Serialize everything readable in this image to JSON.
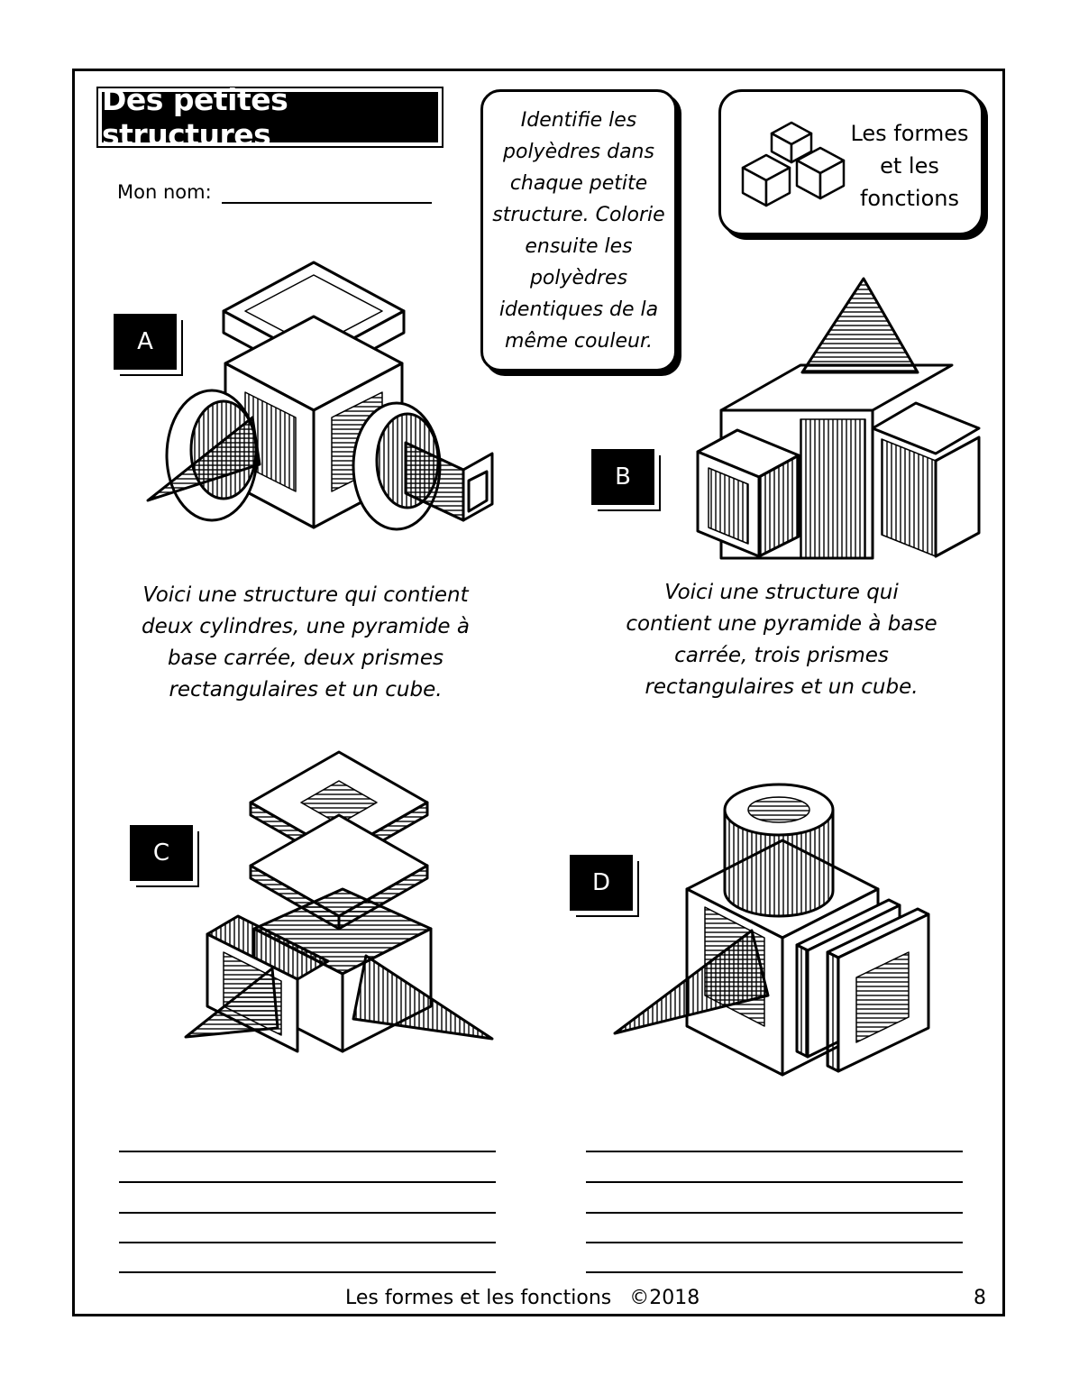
{
  "header": {
    "title": "Des petites structures",
    "name_label": "Mon nom:"
  },
  "instructions": "Identifie les polyèdres dans chaque petite structure. Colorie ensuite les polyèdres identiques de la même couleur.",
  "logo": {
    "icon": "stacked-cubes-icon",
    "lines": [
      "Les formes",
      "et les",
      "fonctions"
    ]
  },
  "structures": [
    {
      "label": "A",
      "description": "Voici une structure qui contient deux cylindres, une pyramide à base carrée, deux prismes rectangulaires et un cube."
    },
    {
      "label": "B",
      "description": "Voici une structure qui contient une pyramide à base carrée, trois prismes rectangulaires et un cube."
    },
    {
      "label": "C"
    },
    {
      "label": "D"
    }
  ],
  "footer": {
    "text": "Les formes et les fonctions",
    "copyright": "©2018",
    "page_number": "8"
  }
}
